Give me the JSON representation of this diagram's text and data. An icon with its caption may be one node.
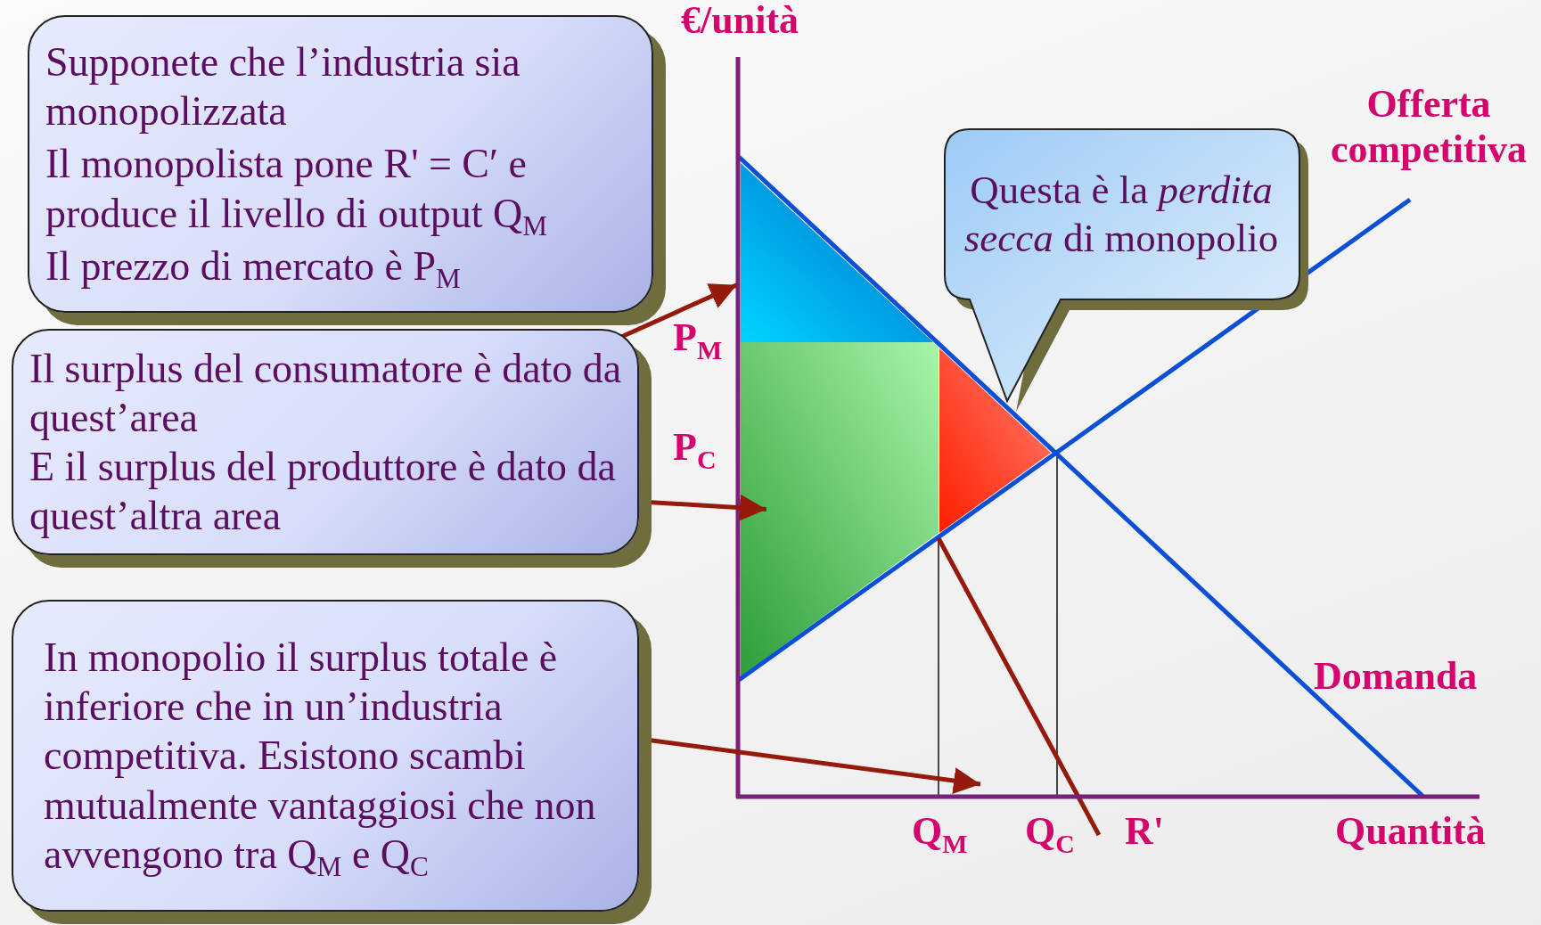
{
  "diagram": {
    "nodes": [
      {
        "text": [
          "Supponete che l’industria sia monopolizzata",
          "Il monopolista pone R' = C′ e produce il livello di output Q$_{M}$",
          "Il prezzo di mercato è P$_{M}$"
        ]
      },
      {
        "text": [
          "Il surplus del consumatore è dato da quest’area",
          "E il surplus del produttore è dato da quest’altra area"
        ]
      },
      {
        "text": [
          "In monopolio il surplus totale è inferiore che in un’industria competitiva. Esistono scambi mutualmente vantaggiosi che non avvengono tra Q$_{M}$ e Q$_{C}$"
        ]
      },
      {
        "text": [
          "Questa è la *perdita secca* di monopolio"
        ]
      },
      {
        "text": [],
        "shape": "triangle"
      },
      {
        "text": [],
        "shape": "polygon"
      },
      {
        "text": [],
        "shape": "triangle"
      }
    ],
    "edges": [
      {
        "from": 1,
        "to": 4,
        "arrow": "to"
      },
      {
        "from": 1,
        "to": 5,
        "arrow": "to"
      },
      {
        "from": 2,
        "to": null,
        "arrow": "to"
      }
    ],
    "labels": [
      "€/unità",
      "Offerta competitiva",
      "P$_{M}$",
      "P$_{C}$",
      "Domanda",
      "Q$_{M}$",
      "Q$_{C}$",
      "R'",
      "Quantità"
    ]
  }
}
